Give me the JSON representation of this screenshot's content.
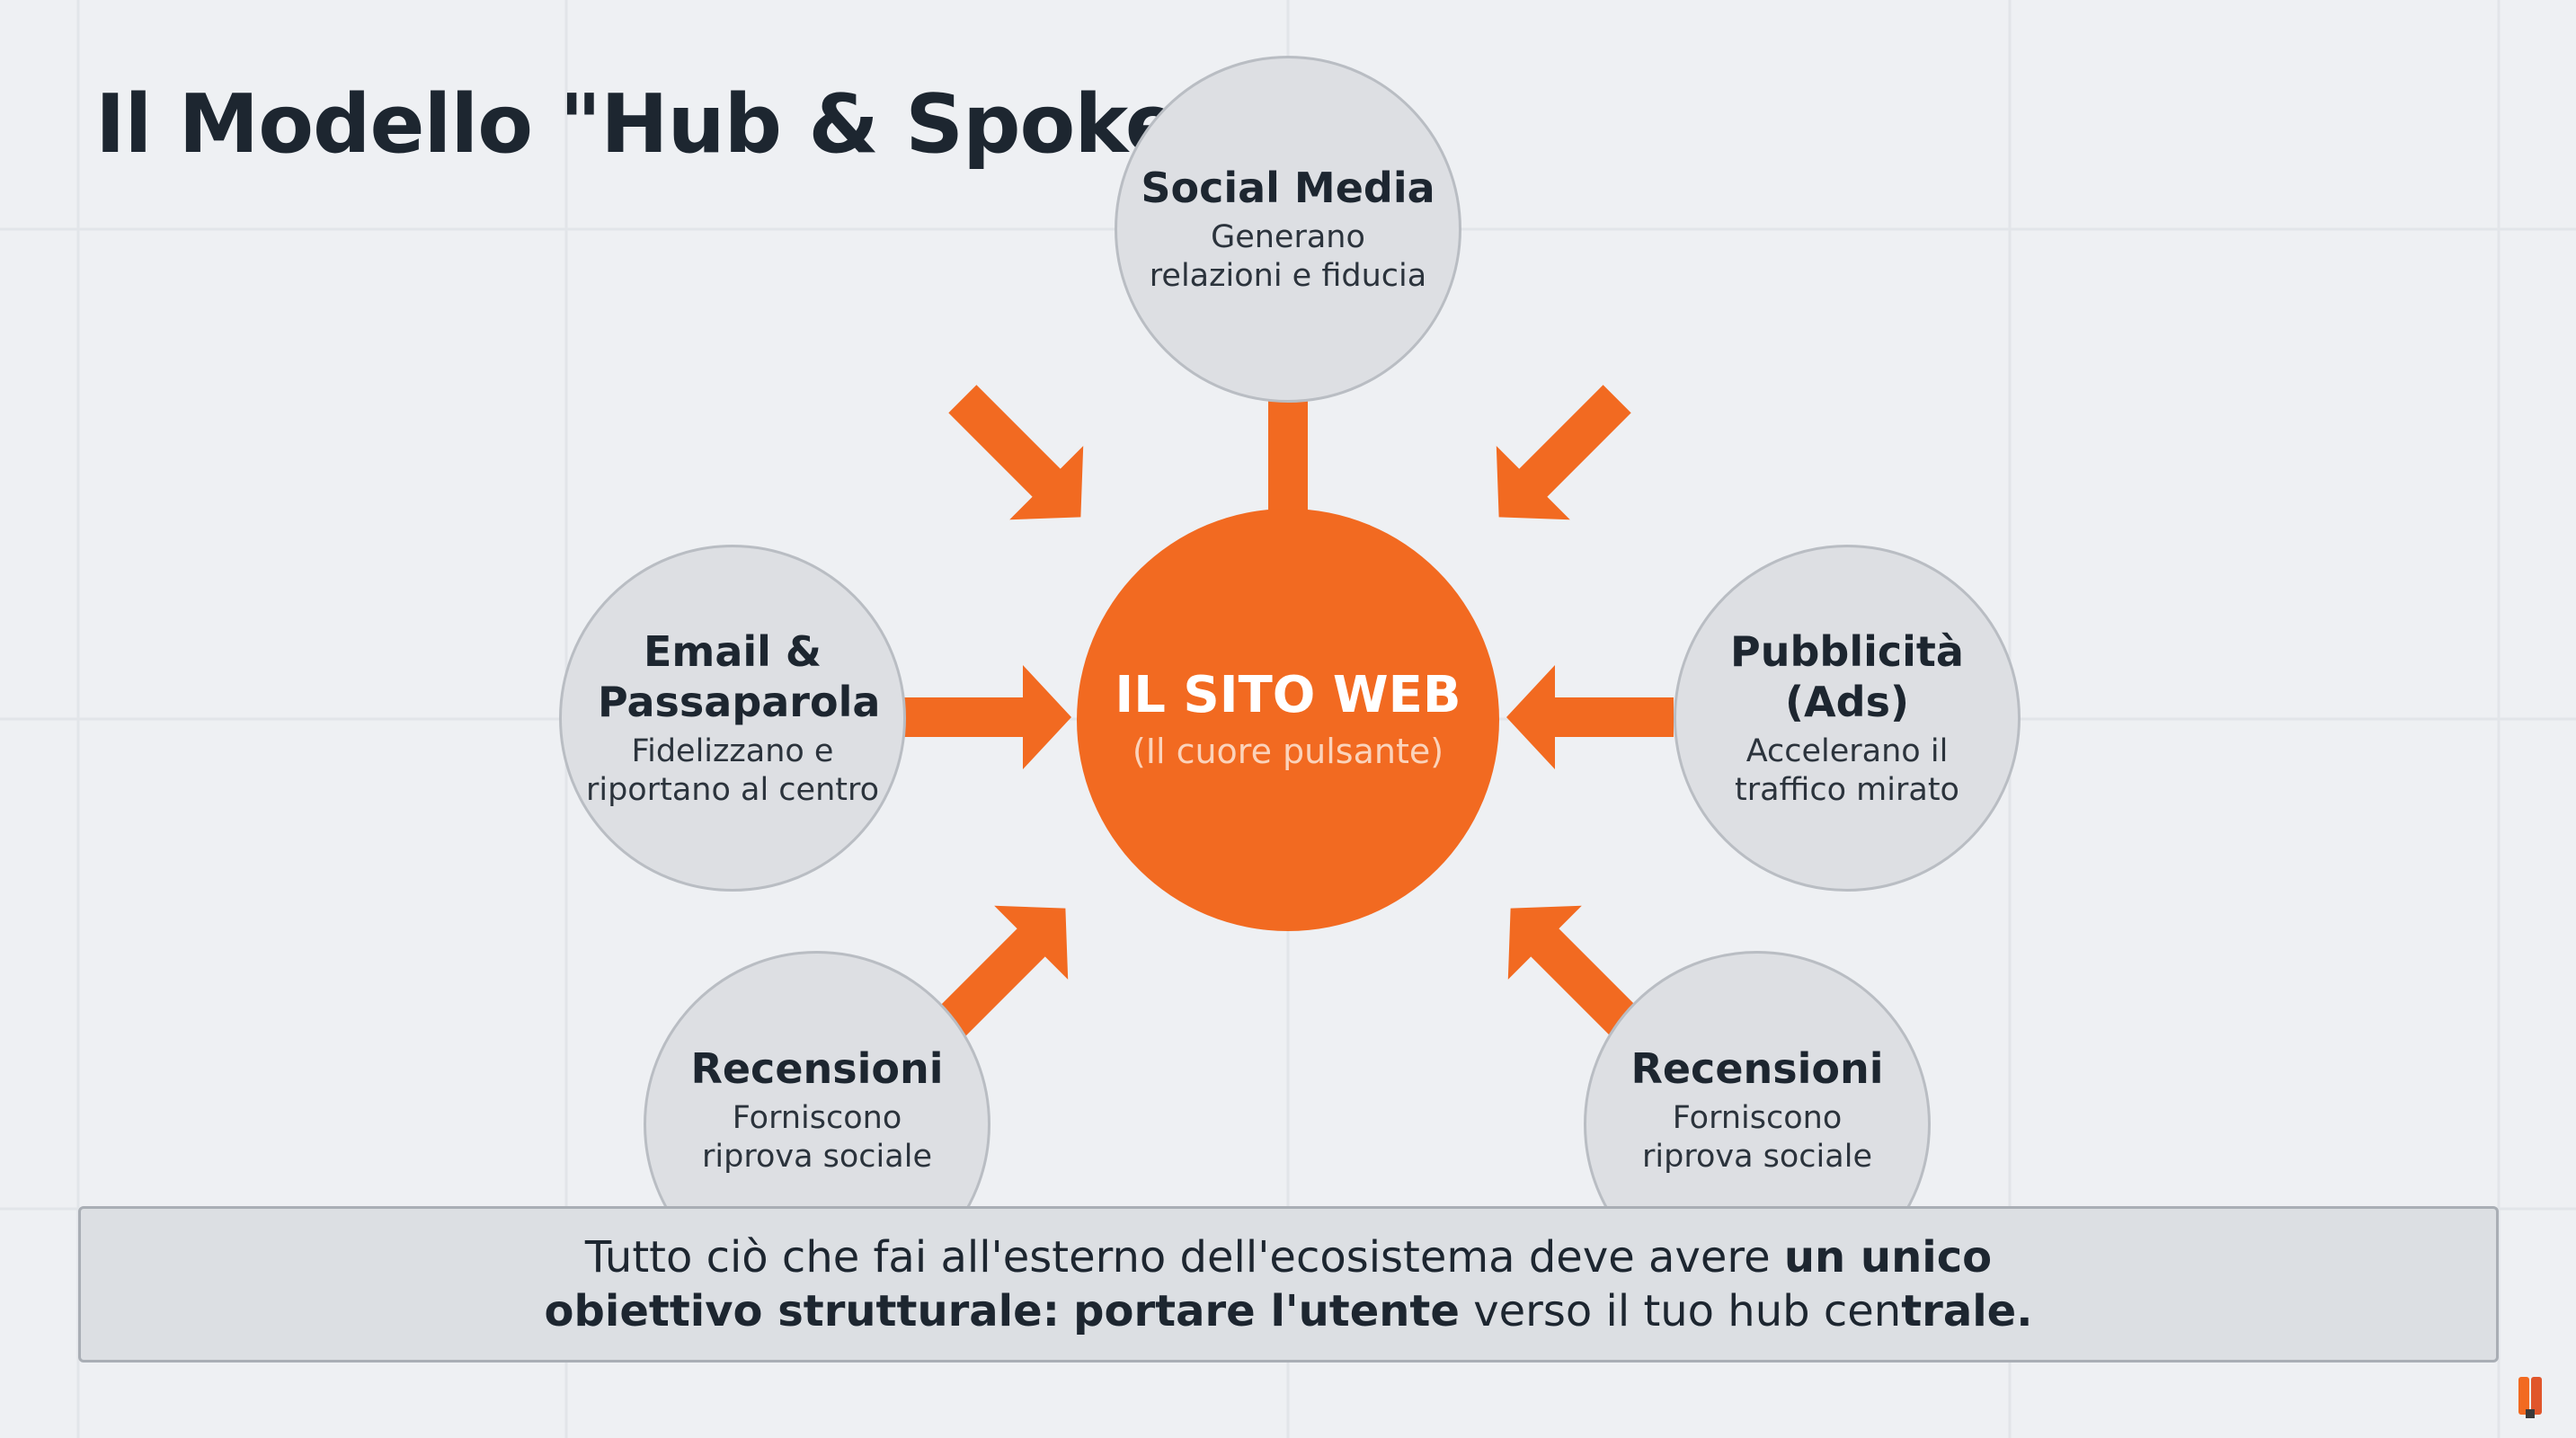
{
  "title": "Il Modello \"Hub & Spoke\"",
  "hub": {
    "title": "IL SITO WEB",
    "subtitle": "(Il cuore pulsante)"
  },
  "spokes": {
    "social": {
      "title": "Social Media",
      "desc": "Generano relazioni e fiducia"
    },
    "email": {
      "title": "Email & Passaparola",
      "desc": "Fidelizzano e riportano al centro"
    },
    "ads": {
      "title": "Pubblicità (Ads)",
      "desc": "Accelerano il traffico mirato"
    },
    "reviews_left": {
      "title": "Recensioni",
      "desc": "Forniscono riprova sociale"
    },
    "reviews_right": {
      "title": "Recensioni",
      "desc": "Forniscono riprova sociale"
    }
  },
  "banner": {
    "part1": "Tutto ciò che fai all'esterno dell'ecosistema deve avere",
    "bold1": "un unico obiettivo strutturale",
    "part2": ":",
    "bold2": "portare l'utente",
    "part3": "verso il tuo hub cen",
    "bold3": "trale."
  },
  "colors": {
    "accent": "#f26a21",
    "node_fill": "#dddfe3",
    "node_border": "#b9bdc3",
    "background": "#eef0f3"
  },
  "icons": {
    "logo": "bookmark-logo-icon"
  }
}
